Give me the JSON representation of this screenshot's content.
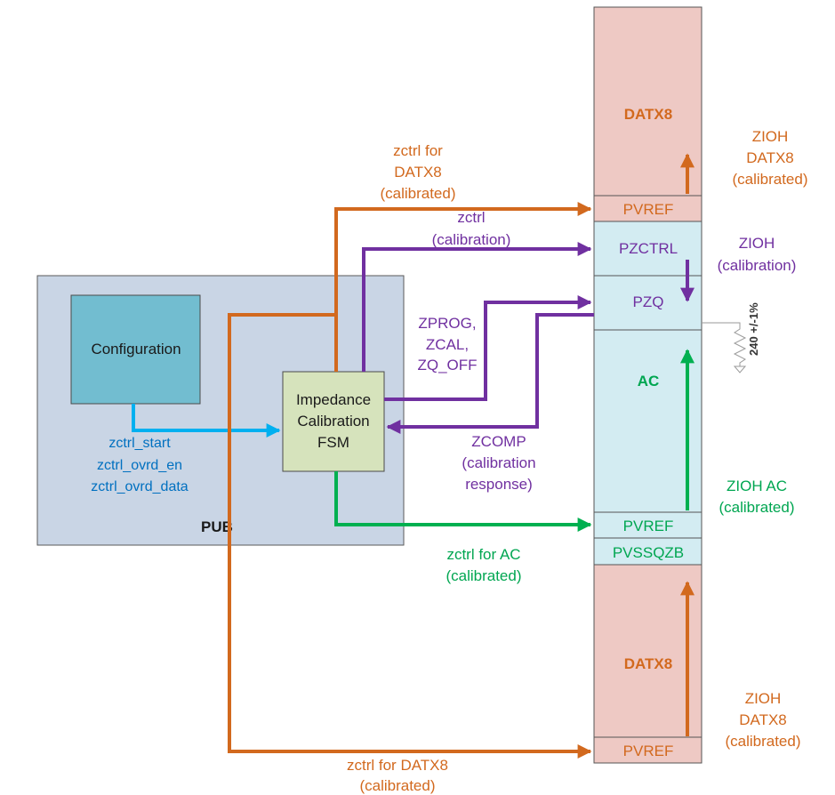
{
  "colors": {
    "orange": "#D2691E",
    "purple": "#7030A0",
    "green": "#00B050",
    "blue": "#00B0F0",
    "pub_fill": "#C9D5E5",
    "config_fill": "#72BDD0",
    "fsm_fill": "#D6E3BC",
    "datx8_fill": "#EEC9C4",
    "ac_fill": "#D3ECF2"
  },
  "pub": {
    "label": "PUB"
  },
  "configuration": {
    "label": "Configuration"
  },
  "fsm": {
    "line1": "Impedance",
    "line2": "Calibration",
    "line3": "FSM"
  },
  "config_signals": {
    "line1": "zctrl_start",
    "line2": "zctrl_ovrd_en",
    "line3": "zctrl_ovrd_data"
  },
  "column": {
    "datx8_top": "DATX8",
    "pvref_top": "PVREF",
    "pzctrl": "PZCTRL",
    "pzq": "PZQ",
    "ac": "AC",
    "pvref_ac": "PVREF",
    "pvssqzb": "PVSSQZB",
    "datx8_bottom": "DATX8",
    "pvref_bottom": "PVREF"
  },
  "resistor": {
    "label": "240 +/-1%"
  },
  "labels": {
    "zctrl_datx8_top": {
      "line1": "zctrl for",
      "line2": "DATX8",
      "line3": "(calibrated)"
    },
    "zctrl_calibration": {
      "line1": "zctrl",
      "line2": "(calibration)"
    },
    "zprog": {
      "line1": "ZPROG,",
      "line2": "ZCAL,",
      "line3": "ZQ_OFF"
    },
    "zcomp": {
      "line1": "ZCOMP",
      "line2": "(calibration",
      "line3": "response)"
    },
    "zctrl_ac": {
      "line1": "zctrl for AC",
      "line2": "(calibrated)"
    },
    "zctrl_datx8_bottom": {
      "line1": "zctrl for DATX8",
      "line2": "(calibrated)"
    },
    "zioh_datx8_top": {
      "line1": "ZIOH",
      "line2": "DATX8",
      "line3": "(calibrated)"
    },
    "zioh_calibration": {
      "line1": "ZIOH",
      "line2": "(calibration)"
    },
    "zioh_ac": {
      "line1": "ZIOH AC",
      "line2": "(calibrated)"
    },
    "zioh_datx8_bottom": {
      "line1": "ZIOH",
      "line2": "DATX8",
      "line3": "(calibrated)"
    }
  }
}
